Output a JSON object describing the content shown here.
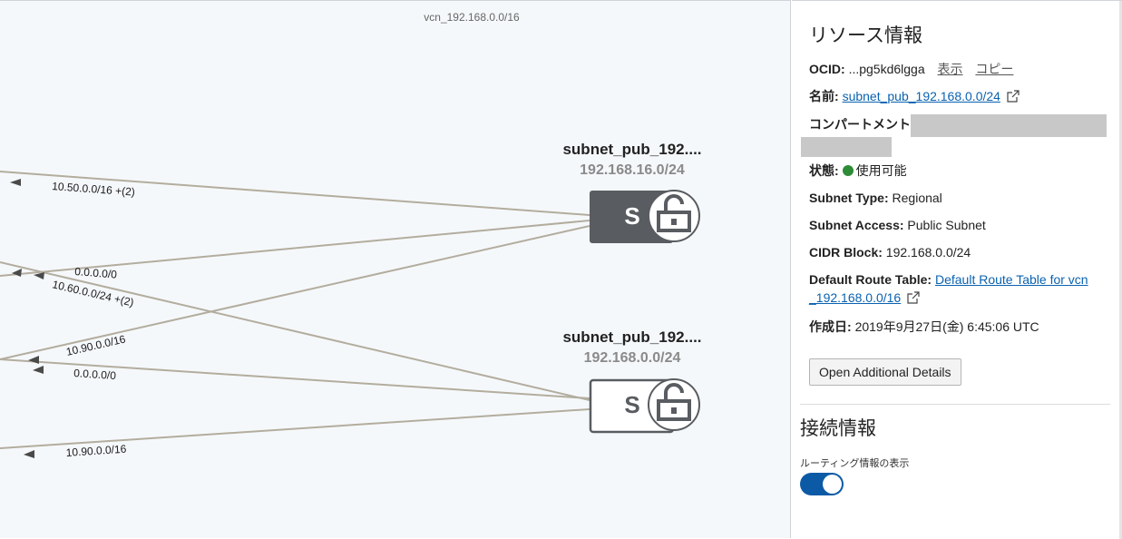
{
  "topology": {
    "vcn_label": "vcn_192.168.0.0/16",
    "routes": [
      {
        "label": "10.50.0.0/16 +(2)"
      },
      {
        "label": "0.0.0.0/0"
      },
      {
        "label": "10.60.0.0/24 +(2)"
      },
      {
        "label": "10.90.0.0/16"
      },
      {
        "label": "0.0.0.0/0"
      },
      {
        "label": "10.90.0.0/16"
      }
    ],
    "subnets": [
      {
        "name": "subnet_pub_192....",
        "cidr": "192.168.16.0/24",
        "icon_letter": "S",
        "state": "filled"
      },
      {
        "name": "subnet_pub_192....",
        "cidr": "192.168.0.0/24",
        "icon_letter": "S",
        "state": "outlined"
      }
    ],
    "colors": {
      "line": "#b3ad9e",
      "node_dark": "#595c60",
      "node_outline": "#595c60",
      "background": "#f5f8fb"
    }
  },
  "resource": {
    "title": "リソース情報",
    "ocid_label": "OCID:",
    "ocid_value": "...pg5kd6lgga",
    "ocid_show": "表示",
    "ocid_copy": "コピー",
    "name_label": "名前:",
    "name_value": "subnet_pub_192.168.0.0/24",
    "compartment_label": "コンパートメント",
    "state_label": "状態:",
    "state_value": "使用可能",
    "state_color": "#2e8b36",
    "subnet_type_label": "Subnet Type:",
    "subnet_type_value": "Regional",
    "subnet_access_label": "Subnet Access:",
    "subnet_access_value": "Public Subnet",
    "cidr_label": "CIDR Block:",
    "cidr_value": "192.168.0.0/24",
    "route_table_label": "Default Route Table:",
    "route_table_line1": "Default Route Table for vcn",
    "route_table_line2": "_192.168.0.0/16",
    "created_label": "作成日:",
    "created_value": "2019年9月27日(金) 6:45:06 UTC",
    "details_button": "Open Additional Details"
  },
  "connection": {
    "title": "接続情報",
    "toggle_label": "ルーティング情報の表示",
    "toggle_on": true,
    "toggle_color": "#0c5aa6"
  }
}
